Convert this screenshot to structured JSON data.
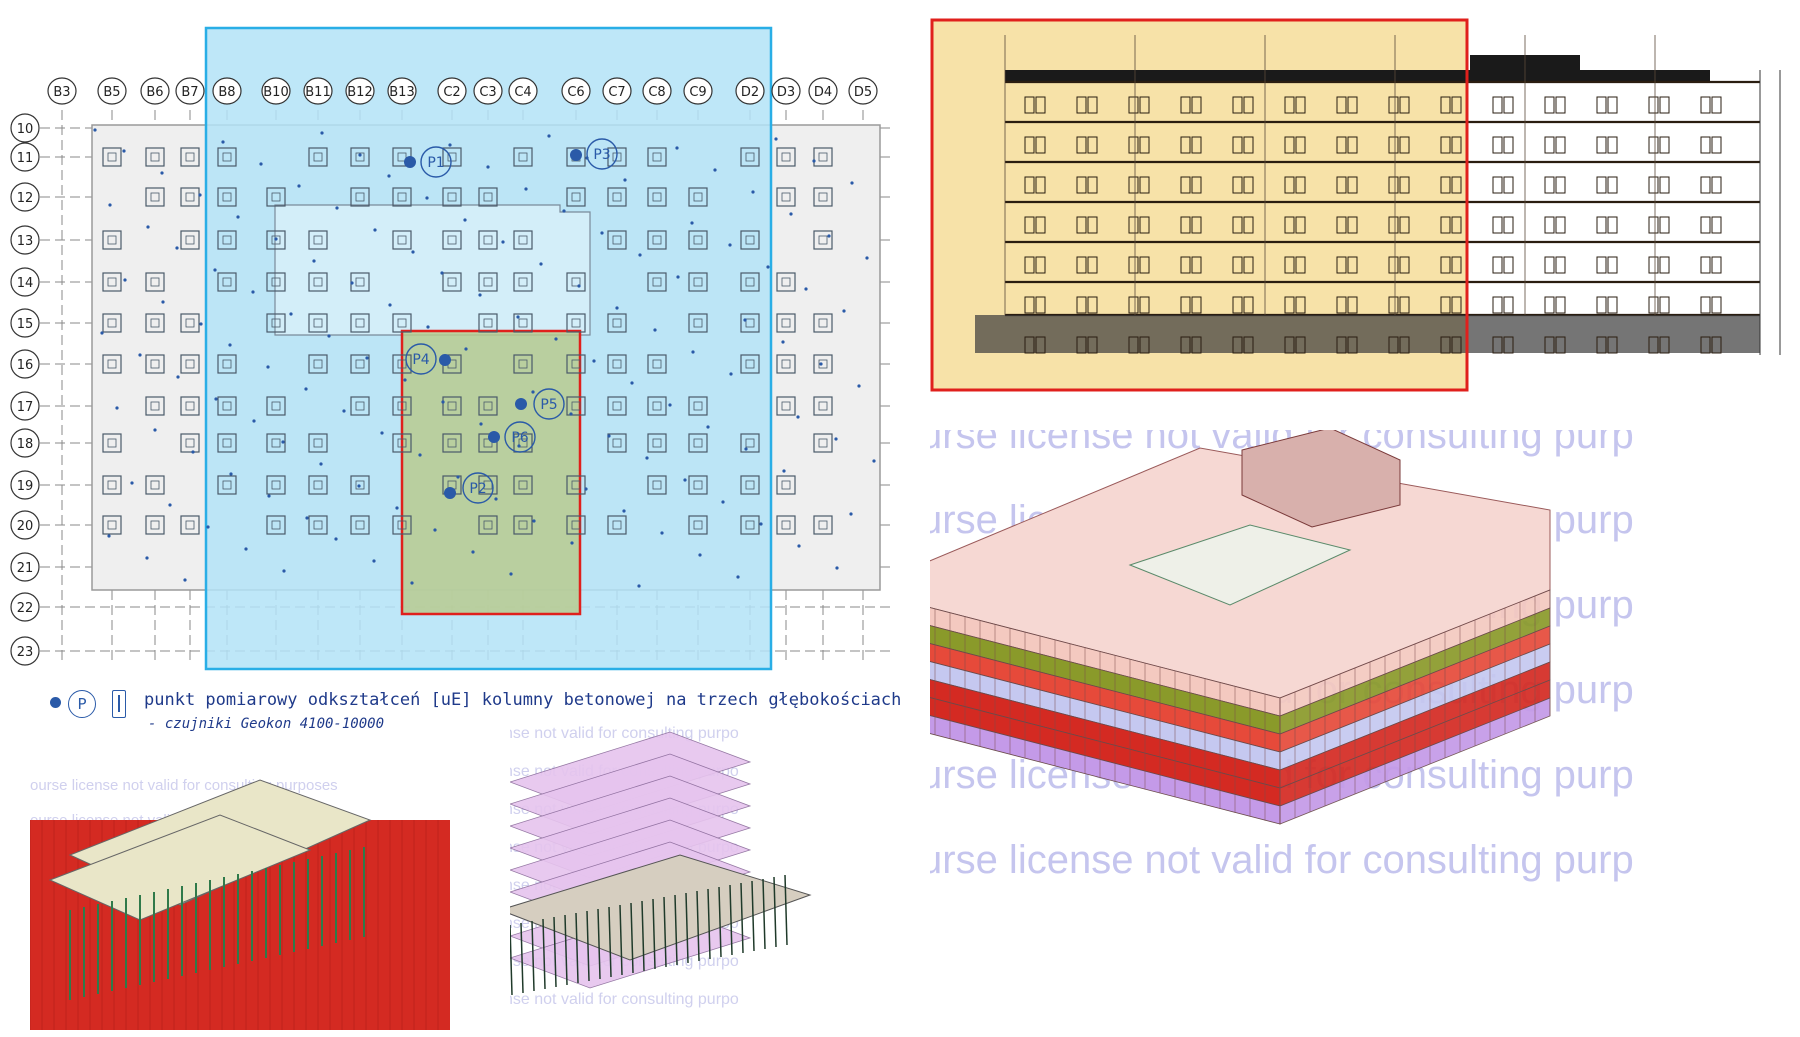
{
  "plan": {
    "col_labels": [
      "B3",
      "B5",
      "B6",
      "B7",
      "B8",
      "B10",
      "B11",
      "B12",
      "B13",
      "C2",
      "C3",
      "C4",
      "C6",
      "C7",
      "C8",
      "C9",
      "D2",
      "D3",
      "D4",
      "D5"
    ],
    "row_labels": [
      "10",
      "11",
      "12",
      "13",
      "14",
      "15",
      "16",
      "17",
      "18",
      "19",
      "20",
      "21",
      "22",
      "23"
    ],
    "points": [
      "P1",
      "P2",
      "P3",
      "P4",
      "P5",
      "P6"
    ]
  },
  "legend": {
    "symbol": "P",
    "text": "punkt pomiarowy odkształceń [uE] kolumny betonowej na trzech głębokościach",
    "subtext": "- czujniki Geokon 4100-10000"
  },
  "watermarks": {
    "large": "urse license not valid for consulting purp",
    "medium": "license not valid for consulting purpo",
    "small": "ourse license not valid for consulting purposes",
    "tiny": "license not valid for consulting purpo"
  },
  "colors": {
    "blue_zone": "#b3e3f7",
    "blue_border": "#29aee6",
    "red_frame": "#e0201c",
    "green_zone": "#b8c98a",
    "section_tint": "#f7e2a8"
  }
}
